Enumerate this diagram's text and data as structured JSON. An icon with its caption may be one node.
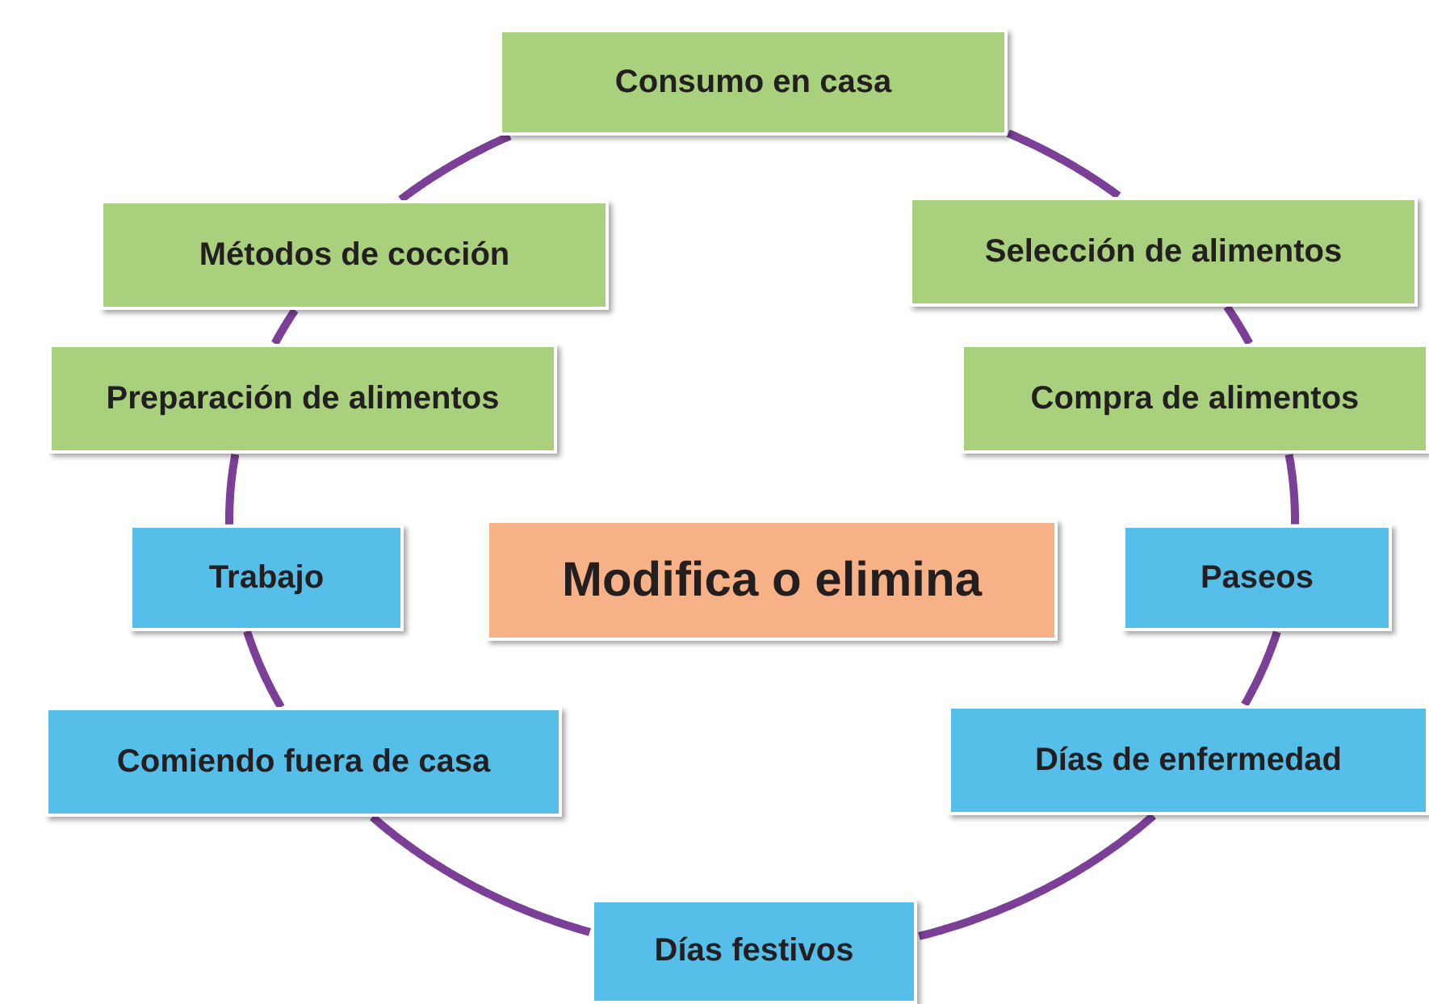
{
  "diagram": {
    "nodes": [
      {
        "text": [
          "Consumo en casa"
        ]
      },
      {
        "text": [
          "Métodos de cocción"
        ]
      },
      {
        "text": [
          "Selección de alimentos"
        ]
      },
      {
        "text": [
          "Preparación de alimentos"
        ]
      },
      {
        "text": [
          "Compra de alimentos"
        ]
      },
      {
        "text": [
          "Trabajo"
        ]
      },
      {
        "text": [
          "Modifica o elimina"
        ]
      },
      {
        "text": [
          "Paseos"
        ]
      },
      {
        "text": [
          "Comiendo fuera de casa"
        ]
      },
      {
        "text": [
          "Días de enfermedad"
        ]
      },
      {
        "text": [
          "Días festivos"
        ]
      }
    ],
    "edges": [
      {
        "from": 0,
        "to": 2,
        "arrow": "none"
      },
      {
        "from": 2,
        "to": 4,
        "arrow": "none"
      },
      {
        "from": 4,
        "to": 7,
        "arrow": "none"
      },
      {
        "from": 7,
        "to": 9,
        "arrow": "none"
      },
      {
        "from": 9,
        "to": 10,
        "arrow": "none"
      },
      {
        "from": 10,
        "to": 8,
        "arrow": "none"
      },
      {
        "from": 8,
        "to": 5,
        "arrow": "none"
      },
      {
        "from": 5,
        "to": 3,
        "arrow": "none"
      },
      {
        "from": 3,
        "to": 1,
        "arrow": "none"
      },
      {
        "from": 1,
        "to": 0,
        "arrow": "none"
      }
    ]
  }
}
